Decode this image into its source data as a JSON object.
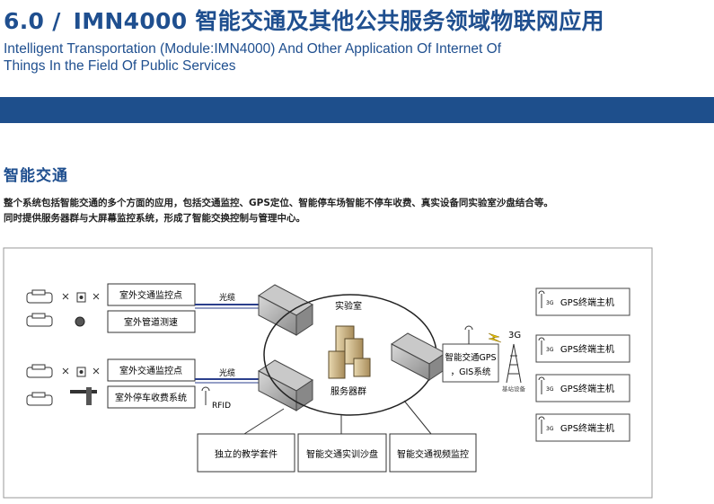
{
  "header": {
    "number": "6.0 /",
    "title": "IMN4000 智能交通及其他公共服务领域物联网应用",
    "subtitle_line1": "Intelligent Transportation (Module:IMN4000) And Other Application Of Internet Of",
    "subtitle_line2": "Things In the Field Of Public Services"
  },
  "section": {
    "title": "智能交通",
    "desc_line1": "整个系统包括智能交通的多个方面的应用，包括交通监控、GPS定位、智能停车场智能不停车收费、真实设备同实验室沙盘结合等。",
    "desc_line2": "同时提供服务器群与大屏幕监控系统，形成了智能交换控制与管理中心。"
  },
  "diagram": {
    "box_outdoor_monitor_1": "室外交通监控点",
    "box_speed_test": "室外管道测速",
    "box_outdoor_monitor_2": "室外交通监控点",
    "box_parking_fee": "室外停车收费系统",
    "fiber_label_1": "光缆",
    "fiber_label_2": "光缆",
    "rfid_label": "RFID",
    "lab_label": "实验室",
    "server_label": "服务器群",
    "gps_gis_label_1": "智能交通GPS",
    "gps_gis_label_2": "，GIS系统",
    "label_3g": "3G",
    "tower_label": "基站设备",
    "terminal_3g": "3G",
    "gps_terminals": [
      "GPS终端主机",
      "GPS终端主机",
      "GPS终端主机",
      "GPS终端主机"
    ],
    "bottom_boxes": [
      "独立的教学套件",
      "智能交通实训沙盘",
      "智能交通视频监控"
    ]
  },
  "colors": {
    "brand_blue": "#1f4f8f",
    "band_blue": "#1e4f8c",
    "cable_blue": "#2b3f8c"
  }
}
